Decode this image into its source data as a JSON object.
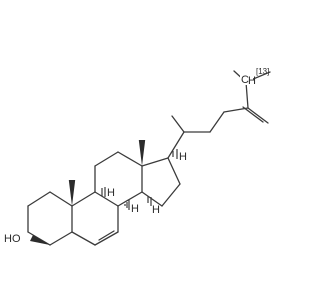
{
  "molecule": {
    "labels": {
      "hydroxyl": "HO",
      "isotope_atom": "C",
      "isotope_mass": "[13]",
      "isotope_h": "H",
      "stereo_h_8": "H",
      "stereo_h_9": "H",
      "stereo_h_14": "H",
      "stereo_h_17": "H"
    }
  }
}
